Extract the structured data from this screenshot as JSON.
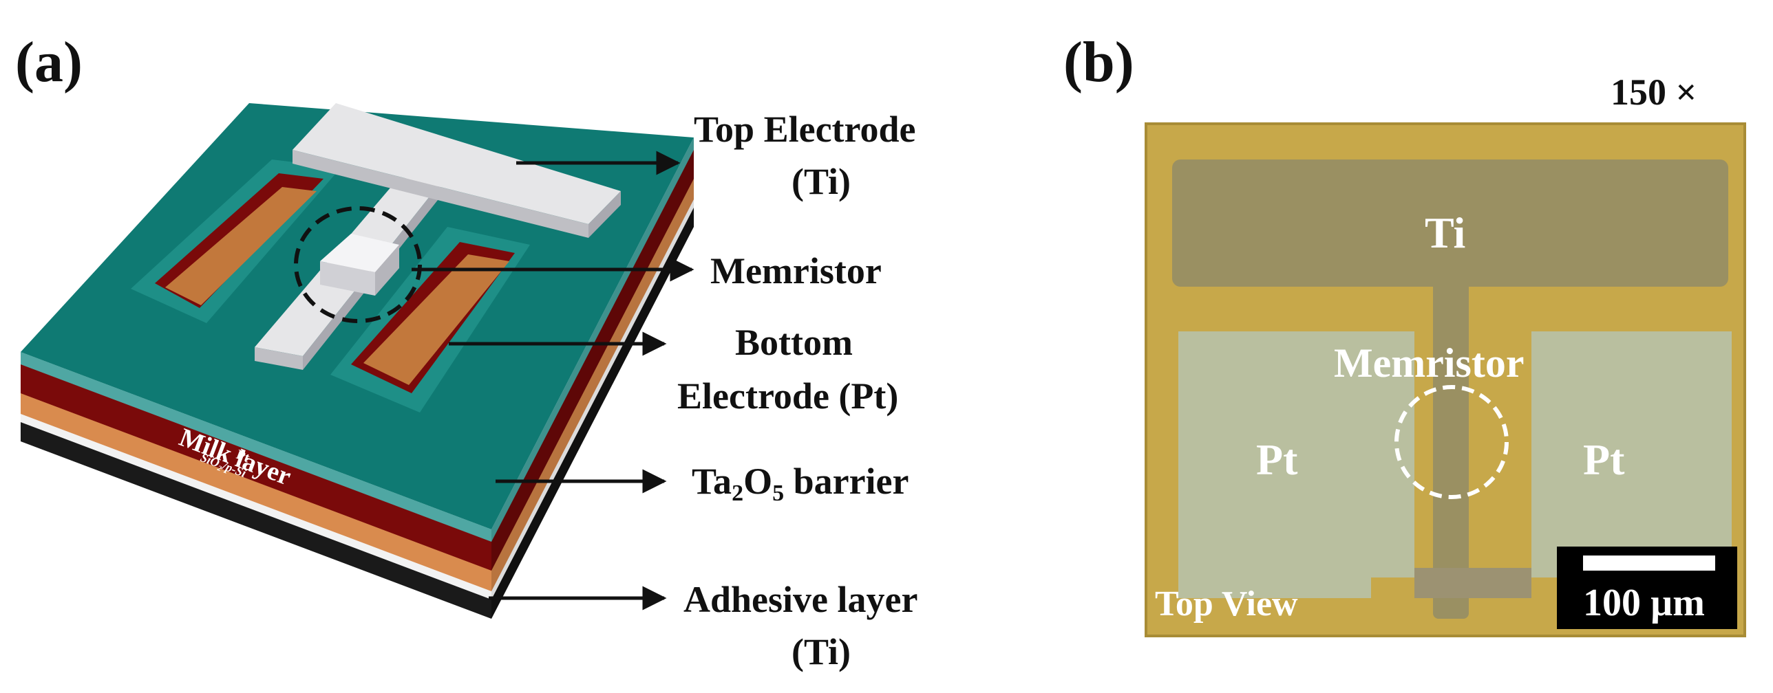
{
  "panel_a": {
    "label": "(a)",
    "callouts": {
      "top_electrode": "Top Electrode",
      "top_electrode_material": "(Ti)",
      "memristor": "Memristor",
      "bottom_electrode_1": "Bottom",
      "bottom_electrode_2": "Electrode (Pt)",
      "barrier_pre": "Ta",
      "barrier_sub1": "2",
      "barrier_mid": "O",
      "barrier_sub2": "5",
      "barrier_post": " barrier",
      "adhesive": "Adhesive layer",
      "adhesive_material": "(Ti)"
    },
    "layers": {
      "milk": "Milk layer",
      "pt": "Pt",
      "substrate": "SiO₂/p-Si"
    },
    "colors": {
      "top_surface": "#0f7a73",
      "wall": "#1e8f87",
      "ta2o5": "#4fa7a3",
      "milk": "#7a0a0a",
      "pt_layer": "#d98b4e",
      "ti_layer": "#f2f2f2",
      "substrate": "#1a1a1a",
      "electrode": "#e6e6e8",
      "pt_pad": "#c2783c"
    }
  },
  "panel_b": {
    "label": "(b)",
    "magnification": "150 ×",
    "labels": {
      "ti": "Ti",
      "memristor": "Memristor",
      "pt_left": "Pt",
      "pt_right": "Pt",
      "view": "Top View"
    },
    "scale_bar": "100 µm",
    "colors": {
      "background": "#c7a84a",
      "ti": "#9a9062",
      "pt": "#b9bf9f"
    }
  }
}
